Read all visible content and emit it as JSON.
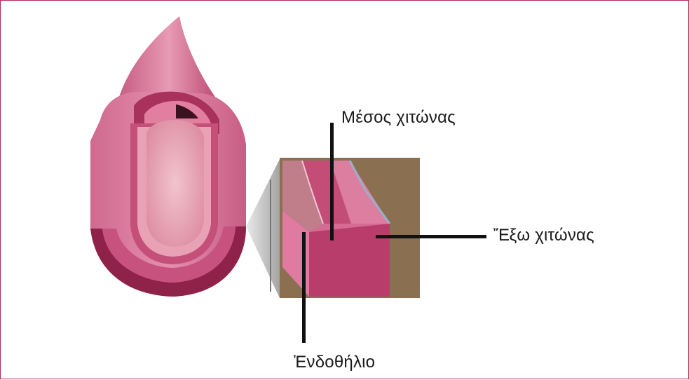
{
  "diagram": {
    "labels": {
      "media": "Μέσος χιτώνας",
      "adventitia": "Ἔξω χιτώνας",
      "endothelium": "Ἐνδοθήλιο"
    },
    "colors": {
      "frame_border": "#b0285e",
      "vessel_outer": "#d9789a",
      "vessel_dark": "#a8325c",
      "vessel_lumen": "#e7a2b2",
      "inset_background": "#8a7050",
      "pointer": "#111111"
    }
  }
}
